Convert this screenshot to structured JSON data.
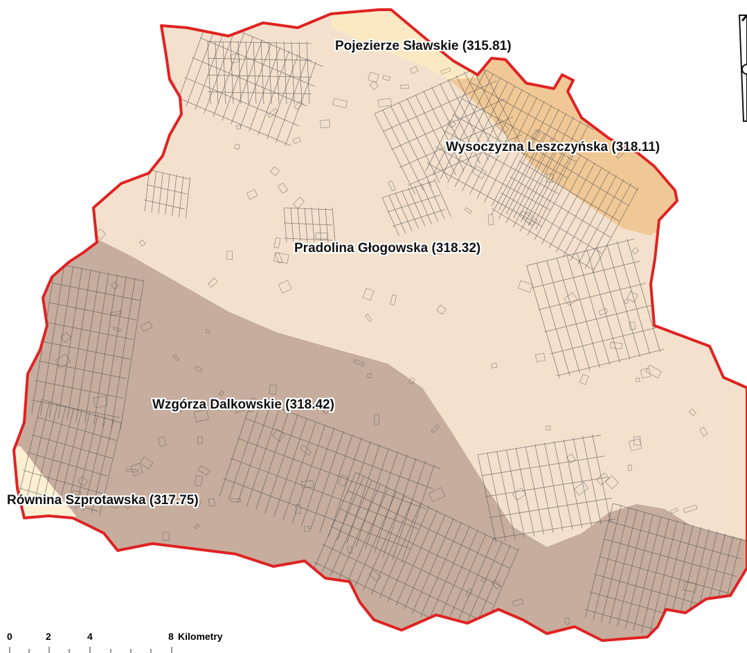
{
  "colors": {
    "boundary": "#e02222",
    "pradolina_fill": "#f3e1cd",
    "wzgorza_fill": "#c6ad9d",
    "wysoczyzna_fill": "#f0c896",
    "pojezierze_fill": "#fbe9c3",
    "rownina_fill": "#fcefd2",
    "parcel_lines": "#555555"
  },
  "regions": [
    {
      "id": "pojezierze",
      "label": "Pojezierze Sławskie (315.81)"
    },
    {
      "id": "wysoczyzna",
      "label": "Wysoczyzna Leszczyńska (318.11)"
    },
    {
      "id": "pradolina",
      "label": "Pradolina Głogowska (318.32)"
    },
    {
      "id": "wzgorza",
      "label": "Wzgórza Dalkowskie (318.42)"
    },
    {
      "id": "rownina",
      "label": "Równina Szprotawska (317.75)"
    }
  ],
  "scale_bar": {
    "ticks": [
      "0",
      "2",
      "4",
      "8"
    ],
    "unit": "Kilometry"
  },
  "north_arrow": {
    "icon": "north-arrow-icon"
  }
}
